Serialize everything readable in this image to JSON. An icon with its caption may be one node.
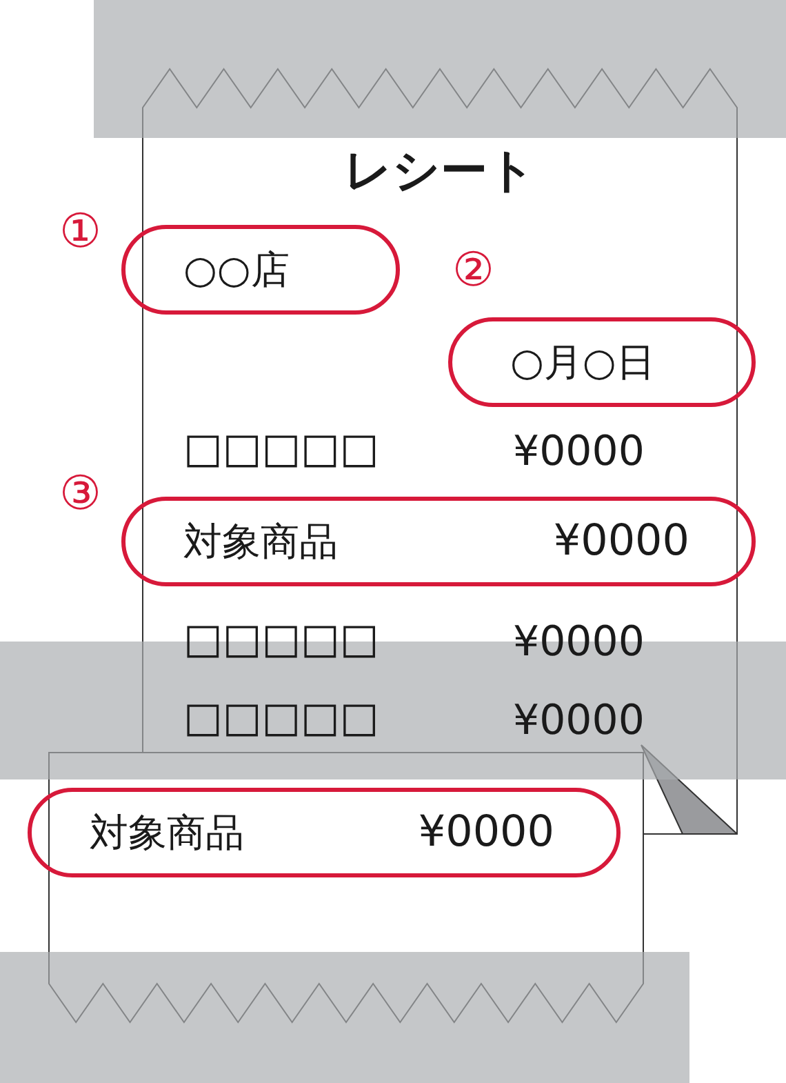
{
  "diagram": {
    "nodes": [
      {
        "text": [
          "レシート"
        ]
      },
      {
        "text": [
          "○○店"
        ],
        "in": 0
      },
      {
        "text": [
          "○月○日"
        ],
        "in": 0
      },
      {
        "text": [
          "対象商品",
          "¥0000"
        ],
        "in": 0
      },
      {
        "text": [],
        "shape": "box"
      },
      {
        "text": [
          "対象商品",
          "¥0000"
        ],
        "in": 4
      }
    ],
    "edges": [],
    "labels": [
      "①",
      "②",
      "□□□□□",
      "¥0000",
      "③",
      "□□□□□",
      "¥0000",
      "□□□□□",
      "¥0000"
    ]
  }
}
